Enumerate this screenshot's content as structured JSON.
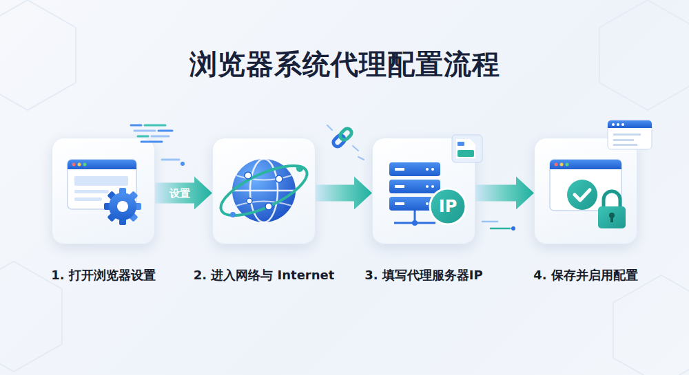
{
  "diagram": {
    "title": "浏览器系统代理配置流程",
    "nodes": [
      {
        "text": [
          "1. 打开浏览器设置"
        ]
      },
      {
        "text": [
          "2. 进入网络与 Internet"
        ]
      },
      {
        "text": [
          "3. 填写代理服务器IP"
        ]
      },
      {
        "text": [
          "4. 保存并启用配置"
        ]
      }
    ],
    "edges": [
      {
        "from": 0,
        "to": 1,
        "arrow": "to",
        "label": "设置"
      },
      {
        "from": 1,
        "to": 2,
        "arrow": "to"
      },
      {
        "from": 2,
        "to": 3,
        "arrow": "to"
      }
    ],
    "labels": [
      "IP"
    ]
  }
}
